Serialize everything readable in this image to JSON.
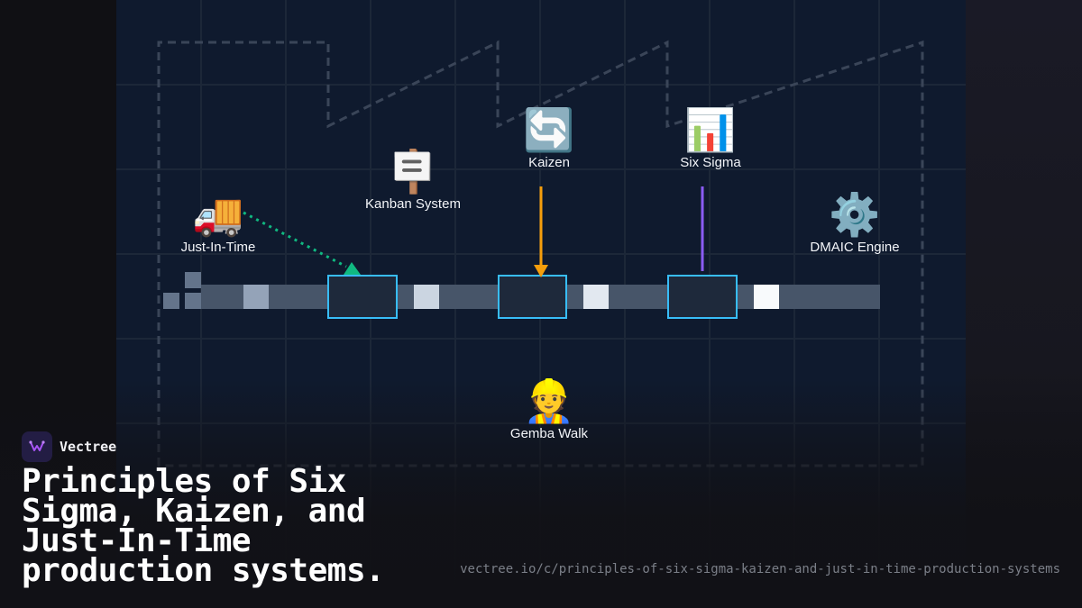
{
  "diagram": {
    "nodes": {
      "jit": {
        "icon": "delivery-truck-icon",
        "emoji": "🚚",
        "label": "Just-In-Time"
      },
      "kanban": {
        "icon": "signboard-icon",
        "emoji": "🪧",
        "label": "Kanban System"
      },
      "kaizen": {
        "icon": "cycle-arrows-icon",
        "emoji": "🔄",
        "label": "Kaizen"
      },
      "sigma": {
        "icon": "bar-chart-icon",
        "emoji": "📊",
        "label": "Six Sigma"
      },
      "dmaic": {
        "icon": "gear-icon",
        "emoji": "⚙️",
        "label": "DMAIC Engine"
      },
      "gemba": {
        "icon": "construction-worker-icon",
        "emoji": "👷",
        "label": "Gemba Walk"
      }
    },
    "colors": {
      "background": "#0f1a2e",
      "grid": "#1c2738",
      "dashed_outline": "#3a4558",
      "conveyor": "#475569",
      "station_fill": "#1e293b",
      "station_border": "#38bdf8",
      "jit_arrow": "#10b981",
      "kaizen_arrow": "#f59e0b",
      "sigma_line": "#8b5cf6"
    }
  },
  "brand": {
    "name": "Vectree",
    "icon": "vectree-logo-icon"
  },
  "title": "Principles of Six Sigma, Kaizen, and Just-In-Time production systems.",
  "url": "vectree.io/c/principles-of-six-sigma-kaizen-and-just-in-time-production-systems"
}
